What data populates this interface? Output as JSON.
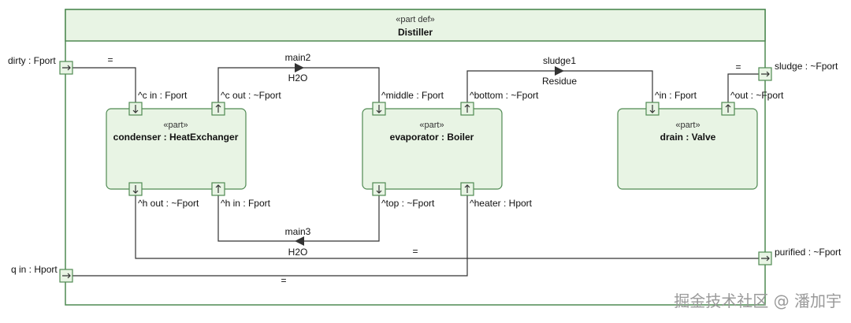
{
  "outer": {
    "stereotype": "«part def»",
    "name": "Distiller"
  },
  "parts": {
    "condenser": {
      "stereotype": "«part»",
      "name": "condenser : HeatExchanger"
    },
    "evaporator": {
      "stereotype": "«part»",
      "name": "evaporator : Boiler"
    },
    "drain": {
      "stereotype": "«part»",
      "name": "drain : Valve"
    }
  },
  "ports": {
    "dirty": "dirty : Fport",
    "q_in": "q in : Hport",
    "sludge": "sludge : ~Fport",
    "purified": "purified : ~Fport",
    "c_in": "^c in : Fport",
    "c_out": "^c out : ~Fport",
    "h_out": "^h out : ~Fport",
    "h_in": "^h in : Fport",
    "middle": "^middle : Fport",
    "bottom": "^bottom : ~Fport",
    "top": "^top : ~Fport",
    "heater": "^heater : Hport",
    "drain_in": "^in : Fport",
    "drain_out": "^out : ~Fport"
  },
  "connections": {
    "main2": {
      "name": "main2",
      "type": "H2O"
    },
    "main3": {
      "name": "main3",
      "type": "H2O"
    },
    "sludge1": {
      "name": "sludge1",
      "type": "Residue"
    },
    "binding_eq": "="
  },
  "watermark": "掘金技术社区 @ 潘加宇",
  "colors": {
    "fill": "#e8f4e4",
    "border": "#4f8a52",
    "line": "#333333",
    "text": "#111111"
  }
}
